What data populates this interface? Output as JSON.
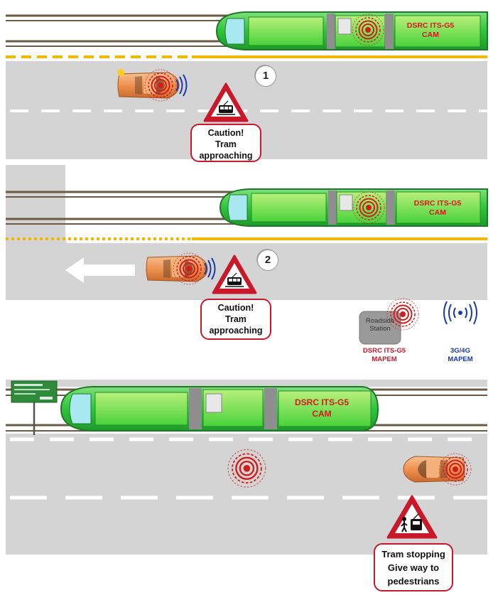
{
  "scene1": {
    "step_number": "1",
    "tram_label_line1": "DSRC ITS-G5",
    "tram_label_line2": "CAM",
    "warning_line1": "Caution!",
    "warning_line2": "Tram",
    "warning_line3": "approaching"
  },
  "scene2": {
    "step_number": "2",
    "tram_label_line1": "DSRC ITS-G5",
    "tram_label_line2": "CAM",
    "warning_line1": "Caution!",
    "warning_line2": "Tram",
    "warning_line3": "approaching",
    "roadside_label_line1": "Roadside",
    "roadside_label_line2": "Station",
    "dsrc_label_line1": "DSRC ITS-G5",
    "dsrc_label_line2": "MAPEM",
    "cellular_label_line1": "3G/4G",
    "cellular_label_line2": "MAPEM"
  },
  "scene3": {
    "tram_label_line1": "DSRC ITS-G5",
    "tram_label_line2": "CAM",
    "warning_line1": "Tram stopping",
    "warning_line2": "Give way to",
    "warning_line3": "pedestrians"
  },
  "colors": {
    "road": "#d4d4d4",
    "tram_green": "#3fcf3f",
    "tram_dark": "#1e8f2a",
    "car_orange": "#f0a060",
    "signal_red": "#d41c1c",
    "warning_red": "#c8182a",
    "yellow_line": "#f2b800",
    "signal_blue": "#1a3aa8"
  },
  "icons": [
    "tram-warning-icon",
    "pedestrian-warning-icon",
    "wireless-signal-icon",
    "turn-arrow-icon",
    "tram-stop-sign-icon"
  ]
}
